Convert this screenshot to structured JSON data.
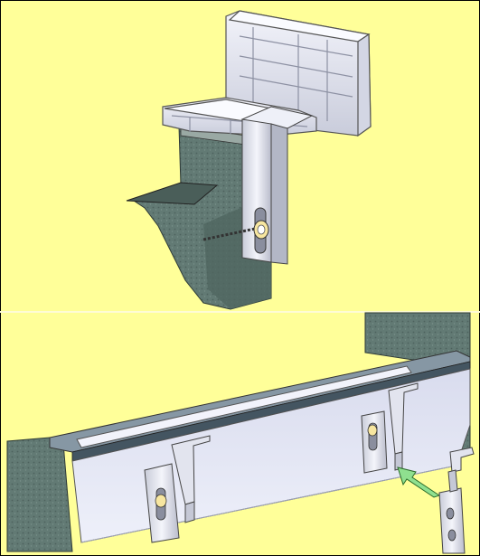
{
  "figure": {
    "background_color": "#ffff99",
    "panels": [
      {
        "name": "window-profile-bracket-detail",
        "type": "technical-illustration"
      },
      {
        "name": "window-sill-bracket-assembly",
        "type": "technical-illustration"
      }
    ],
    "arrow_color": "#8fe08f",
    "wall_color": "#5f7570",
    "profile_color": "#e4e6f2"
  }
}
